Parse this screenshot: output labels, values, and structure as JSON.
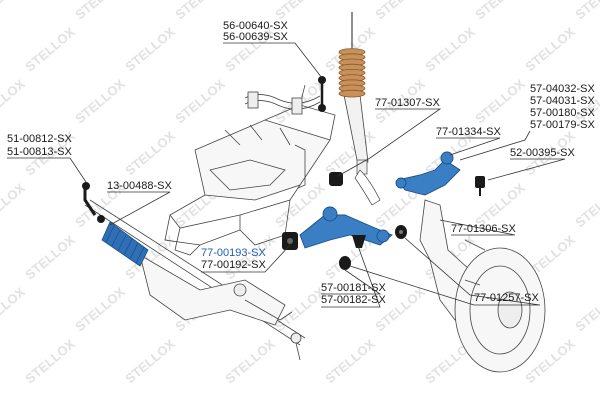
{
  "watermark": "STELLOX",
  "colors": {
    "line": "#333333",
    "blue_part": "#3a7fc4",
    "blue_dark": "#1e4f8a",
    "blue_label": "#2060b0",
    "black_part": "#1a1a1a",
    "spring": "#c8915a",
    "watermark": "#e2e2e2"
  },
  "labels": [
    {
      "id": "l1",
      "text": "56-00640-SX",
      "blue": false
    },
    {
      "id": "l2",
      "text": "56-00639-SX",
      "blue": false
    },
    {
      "id": "l3",
      "text": "51-00812-SX",
      "blue": false
    },
    {
      "id": "l4",
      "text": "51-00813-SX",
      "blue": false
    },
    {
      "id": "l5",
      "text": "13-00488-SX",
      "blue": false
    },
    {
      "id": "l6",
      "text": "77-01307-SX",
      "blue": false
    },
    {
      "id": "l7",
      "text": "57-04032-SX",
      "blue": false
    },
    {
      "id": "l8",
      "text": "57-04031-SX",
      "blue": false
    },
    {
      "id": "l9",
      "text": "57-00180-SX",
      "blue": false
    },
    {
      "id": "l10",
      "text": "57-00179-SX",
      "blue": false
    },
    {
      "id": "l11",
      "text": "77-01334-SX",
      "blue": false
    },
    {
      "id": "l12",
      "text": "52-00395-SX",
      "blue": false
    },
    {
      "id": "l13",
      "text": "77-01306-SX",
      "blue": false
    },
    {
      "id": "l14",
      "text": "77-00193-SX",
      "blue": true
    },
    {
      "id": "l15",
      "text": "77-00192-SX",
      "blue": false
    },
    {
      "id": "l16",
      "text": "57-00181-SX",
      "blue": false
    },
    {
      "id": "l17",
      "text": "57-00182-SX",
      "blue": false
    },
    {
      "id": "l18",
      "text": "77-01257-SX",
      "blue": false
    }
  ]
}
